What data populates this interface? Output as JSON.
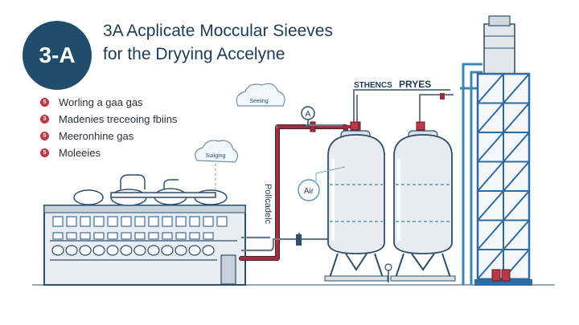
{
  "badge": {
    "text": "3-A"
  },
  "title": {
    "line1": "3A Acplicate Moccular Sieeves",
    "line2": "for the Dryying Accelyne"
  },
  "legend": {
    "items": [
      {
        "marker": "5",
        "text": "Worling a gaa gas"
      },
      {
        "marker": "3",
        "text": "Madenies treceoing fbiins"
      },
      {
        "marker": "5",
        "text": "Meeronhine gas"
      },
      {
        "marker": "5",
        "text": "Moleeies"
      }
    ]
  },
  "labels": {
    "cloud_top": "Seeiing",
    "cloud_left": "Suiiging",
    "gauge_letter": "A",
    "header_left": "STHENCS",
    "header_right": "PRYES",
    "air": "Air",
    "vertical": "Pollcadelc"
  },
  "colors": {
    "accent": "#1f4d6b",
    "title": "#1d3b55",
    "marker": "#b93a46",
    "pipe_red": "#9c2f3f",
    "pipe_blue": "#3c86b2",
    "steel_blue": "#2d6ba3",
    "tank": "#e8ecf0",
    "building": "#e9edf2"
  }
}
